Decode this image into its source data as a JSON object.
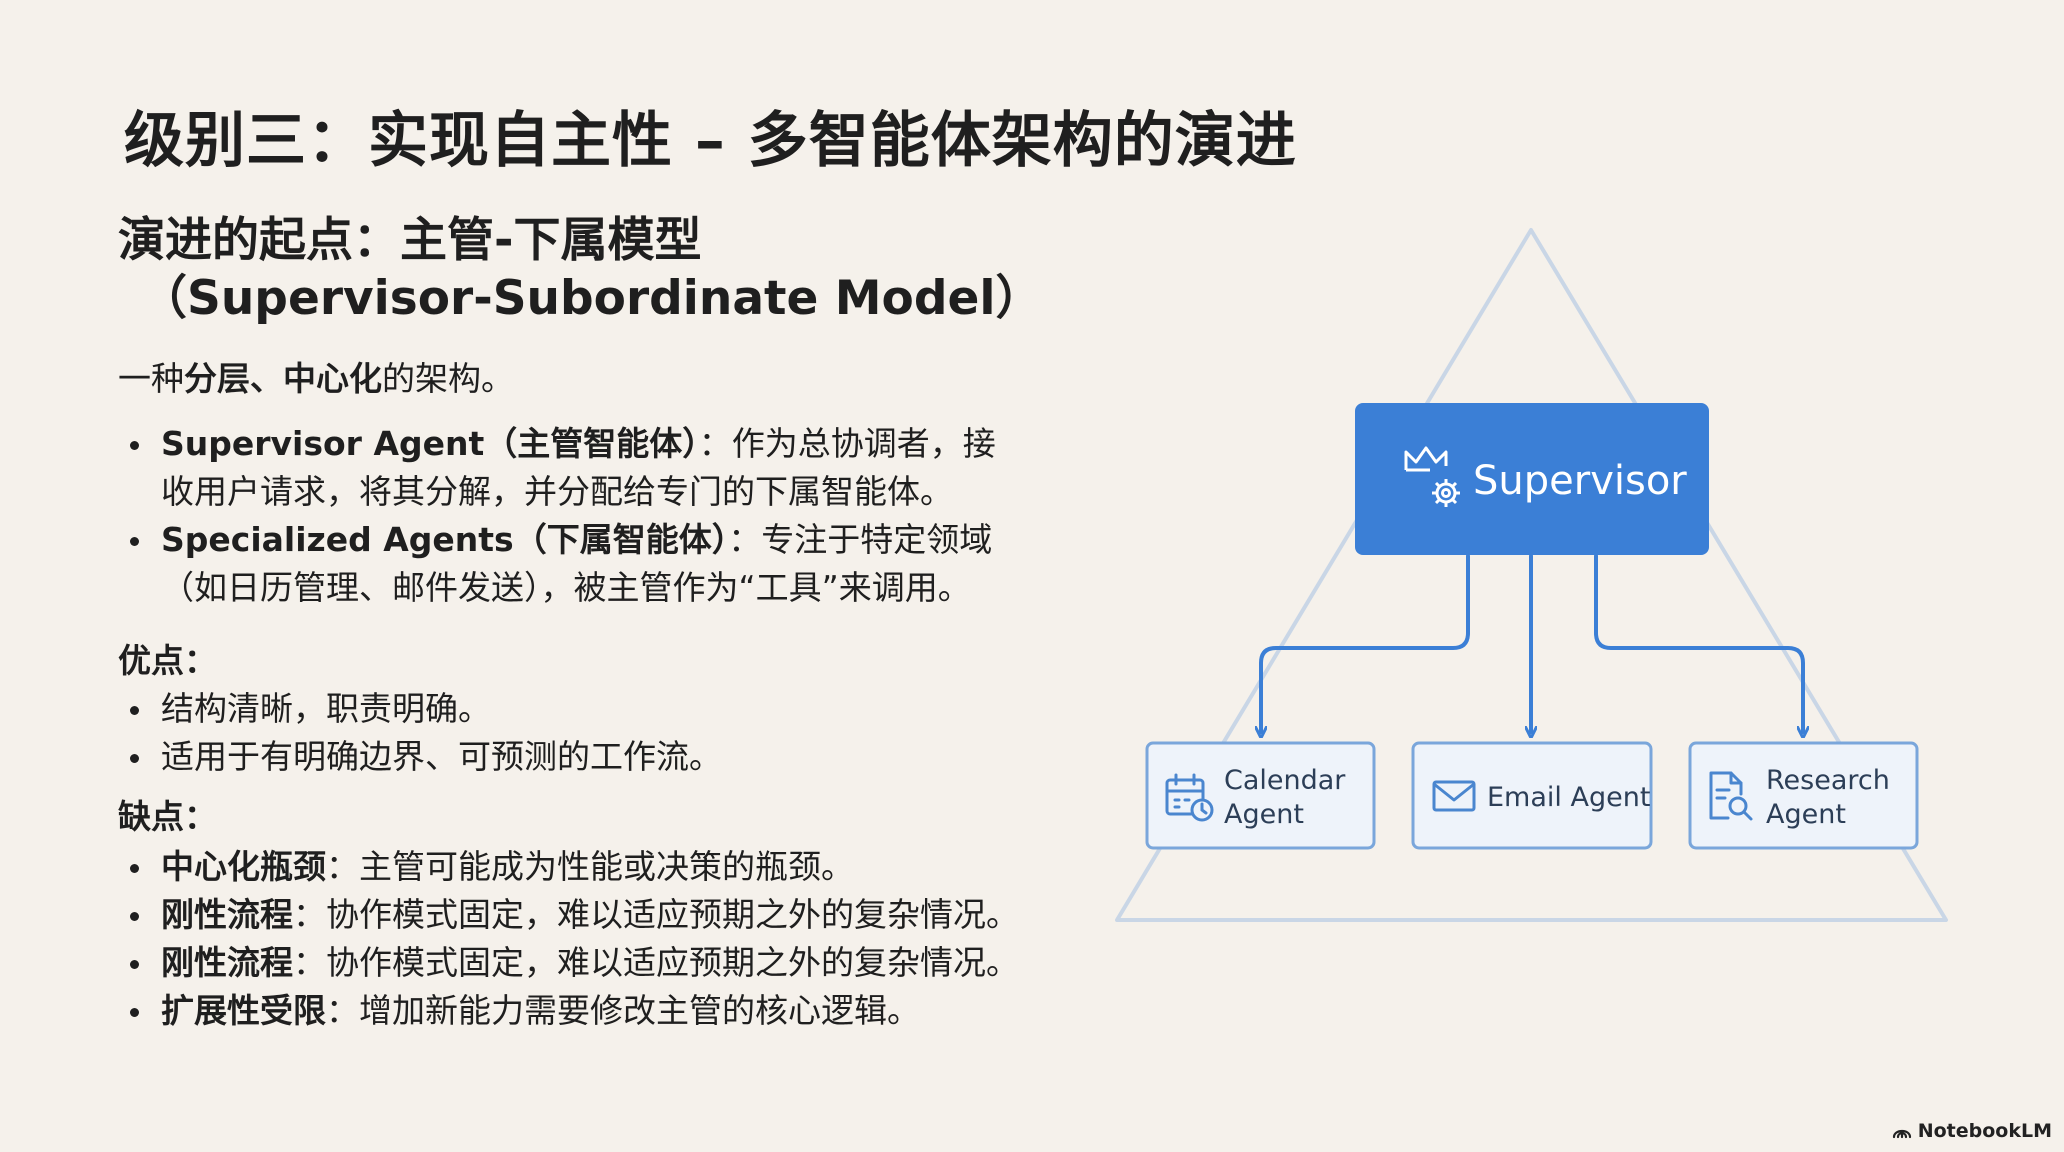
{
  "title": "级别三：实现自主性 – 多智能体架构的演进",
  "subtitle": {
    "line1": "演进的起点：主管-下属模型",
    "line2": "（Supervisor-Subordinate Model）"
  },
  "intro": {
    "prefix": "一种",
    "bold": "分层、中心化",
    "suffix": "的架构。"
  },
  "definitions": [
    {
      "bold": "Supervisor Agent（主管智能体）",
      "text": "：作为总协调者，接收用户请求，将其分解，并分配给专门的下属智能体。"
    },
    {
      "bold": "Specialized Agents（下属智能体）",
      "text": "：专注于特定领域（如日历管理、邮件发送），被主管作为“工具”来调用。"
    }
  ],
  "pros": {
    "heading": "优点：",
    "items": [
      "结构清晰，职责明确。",
      "适用于有明确边界、可预测的工作流。"
    ]
  },
  "cons": {
    "heading": "缺点：",
    "items": [
      {
        "bold": "中心化瓶颈",
        "text": "：主管可能成为性能或决策的瓶颈。"
      },
      {
        "bold": "刚性流程",
        "text": "：协作模式固定，难以适应预期之外的复杂情况。"
      },
      {
        "bold": "刚性流程",
        "text": "：协作模式固定，难以适应预期之外的复杂情况。"
      },
      {
        "bold": "扩展性受限",
        "text": "：增加新能力需要修改主管的核心逻辑。"
      }
    ]
  },
  "diagram": {
    "supervisor": {
      "label": "Supervisor",
      "icon": "crown-gear-icon"
    },
    "agents": [
      {
        "line1": "Calendar",
        "line2": "Agent",
        "icon": "calendar-clock-icon"
      },
      {
        "line1": "Email Agent",
        "line2": "",
        "icon": "envelope-icon"
      },
      {
        "line1": "Research",
        "line2": "Agent",
        "icon": "document-search-icon"
      }
    ],
    "colors": {
      "supervisor_fill": "#3b7fd6",
      "agent_fill": "#eef3fa",
      "agent_stroke": "#7aa6db",
      "connector": "#3b7fd6",
      "triangle": "#c9d6e6"
    }
  },
  "watermark": "NotebookLM"
}
